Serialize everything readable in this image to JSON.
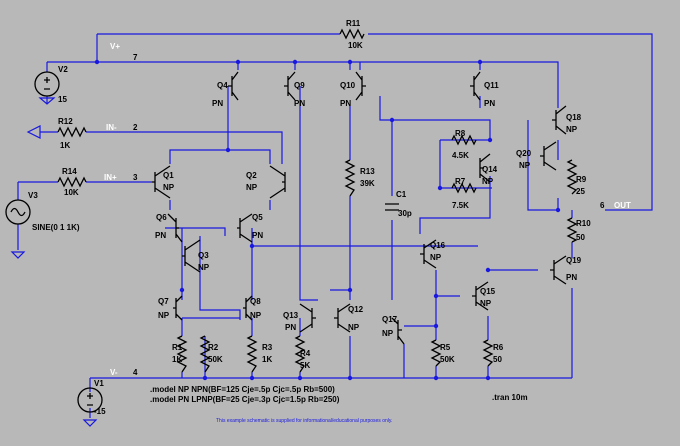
{
  "colors": {
    "background": "#b8b8b8",
    "wire": "#1818e0",
    "component": "#000000",
    "net_label": "#ffffff",
    "footnote": "#1818e0"
  },
  "nets": {
    "vplus": "V+",
    "inminus": "IN-",
    "inplus": "IN+",
    "out": "OUT",
    "vminus": "V-"
  },
  "node_numbers": {
    "n7": "7",
    "n2": "2",
    "n3": "3",
    "n6": "6",
    "n4": "4"
  },
  "sources": {
    "V2": {
      "ref": "V2",
      "value": "15"
    },
    "V3": {
      "ref": "V3",
      "value": "SINE(0 1 1K)"
    },
    "V1": {
      "ref": "V1",
      "value": "-15"
    }
  },
  "resistors": {
    "R11": {
      "ref": "R11",
      "value": "10K"
    },
    "R12": {
      "ref": "R12",
      "value": "1K"
    },
    "R14": {
      "ref": "R14",
      "value": "10K"
    },
    "R8": {
      "ref": "R8",
      "value": "4.5K"
    },
    "R7": {
      "ref": "R7",
      "value": "7.5K"
    },
    "R9": {
      "ref": "R9",
      "value": "25"
    },
    "R10": {
      "ref": "R10",
      "value": "50"
    },
    "R13": {
      "ref": "R13",
      "value": "39K"
    },
    "R1": {
      "ref": "R1",
      "value": "1K"
    },
    "R2": {
      "ref": "R2",
      "value": "50K"
    },
    "R3": {
      "ref": "R3",
      "value": "1K"
    },
    "R4": {
      "ref": "R4",
      "value": "5K"
    },
    "R5": {
      "ref": "R5",
      "value": "50K"
    },
    "R6": {
      "ref": "R6",
      "value": "50"
    }
  },
  "capacitors": {
    "C1": {
      "ref": "C1",
      "value": "30p"
    }
  },
  "transistors": {
    "Q1": {
      "ref": "Q1",
      "model": "NP"
    },
    "Q2": {
      "ref": "Q2",
      "model": "NP"
    },
    "Q3": {
      "ref": "Q3",
      "model": "NP"
    },
    "Q4": {
      "ref": "Q4",
      "model": "PN"
    },
    "Q5": {
      "ref": "Q5",
      "model": "PN"
    },
    "Q6": {
      "ref": "Q6",
      "model": "PN"
    },
    "Q7": {
      "ref": "Q7",
      "model": "NP"
    },
    "Q8": {
      "ref": "Q8",
      "model": "NP"
    },
    "Q9": {
      "ref": "Q9",
      "model": "PN"
    },
    "Q10": {
      "ref": "Q10",
      "model": "PN"
    },
    "Q11": {
      "ref": "Q11",
      "model": "PN"
    },
    "Q12": {
      "ref": "Q12",
      "model": "NP"
    },
    "Q13": {
      "ref": "Q13",
      "model": "PN"
    },
    "Q14": {
      "ref": "Q14",
      "model": "NP"
    },
    "Q15": {
      "ref": "Q15",
      "model": "NP"
    },
    "Q16": {
      "ref": "Q16",
      "model": "NP"
    },
    "Q17": {
      "ref": "Q17",
      "model": "NP"
    },
    "Q18": {
      "ref": "Q18",
      "model": "NP"
    },
    "Q19": {
      "ref": "Q19",
      "model": "PN"
    },
    "Q20": {
      "ref": "Q20",
      "model": "NP"
    }
  },
  "directives": {
    "model_np": ".model NP NPN(BF=125 Cje=.5p Cjc=.5p Rb=500)",
    "model_pn": ".model PN LPNP(BF=25 Cje=.3p Cjc=1.5p Rb=250)",
    "tran": ".tran 10m"
  },
  "footnote": "This example schematic is supplied for informational/educational purposes only."
}
